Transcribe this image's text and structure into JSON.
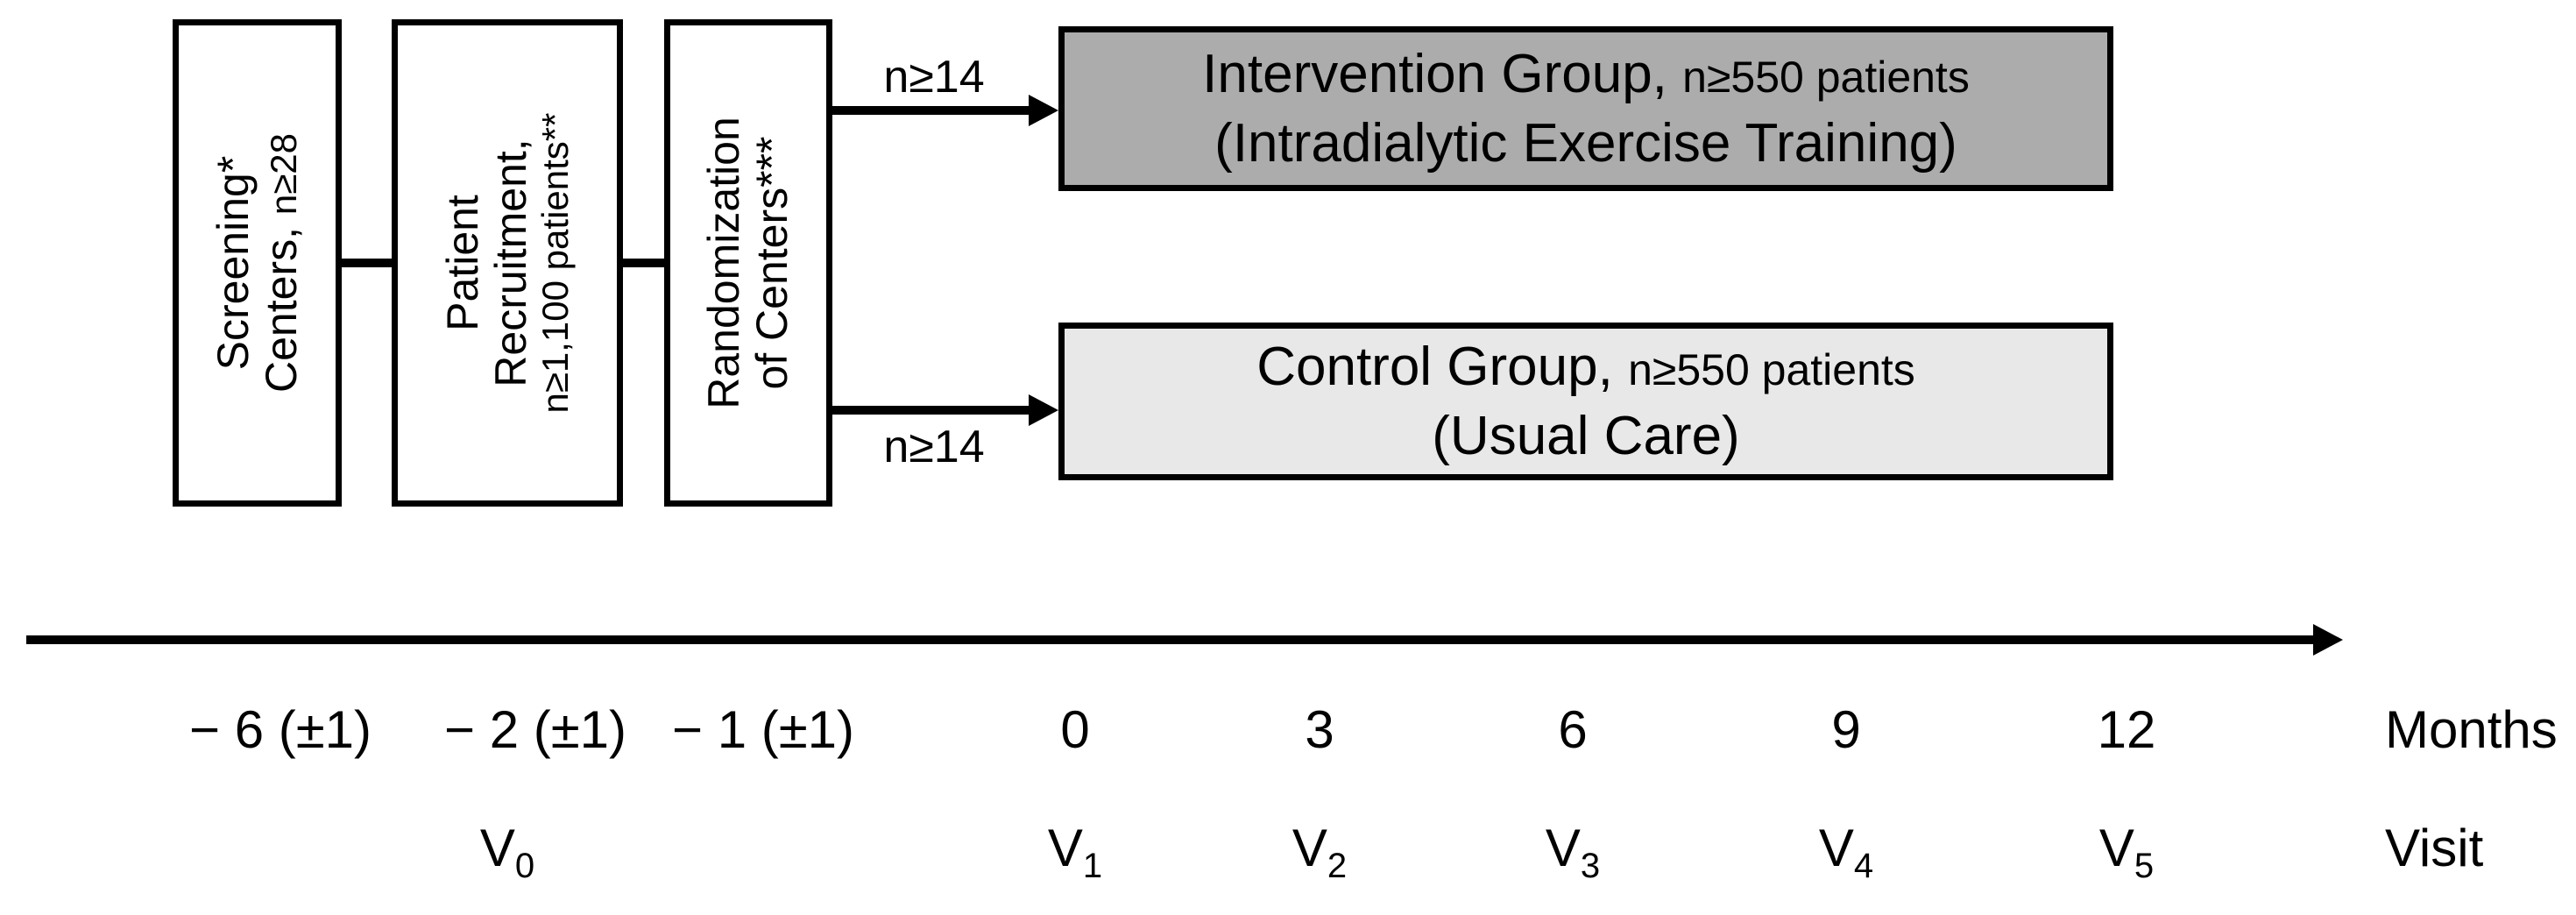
{
  "stages": [
    {
      "id": "screening",
      "line1": [
        {
          "t": "Screening*"
        }
      ],
      "line2": [
        {
          "t": "Centers, "
        },
        {
          "t": "n≥28"
        }
      ]
    },
    {
      "id": "recruitment",
      "line1": [
        {
          "t": "Patient"
        }
      ],
      "line2": [
        {
          "t": "Recruitment,"
        }
      ],
      "line3": [
        {
          "t": "n≥1,100 patients**"
        }
      ]
    },
    {
      "id": "randomization",
      "line1": [
        {
          "t": "Randomization"
        }
      ],
      "line2": [
        {
          "t": "of Centers***"
        }
      ]
    }
  ],
  "arms": [
    {
      "id": "intervention",
      "fill": "#acacac",
      "arrow_label": "n≥14",
      "title_main": "Intervention Group, ",
      "title_small": "n≥550 patients",
      "subtitle": "(Intradialytic Exercise Training)"
    },
    {
      "id": "control",
      "fill": "#e8e8e8",
      "arrow_label": "n≥14",
      "title_main": "Control Group, ",
      "title_small": "n≥550 patients",
      "subtitle": "(Usual Care)"
    }
  ],
  "timeline": {
    "months": [
      {
        "label": "− 6 (±1)"
      },
      {
        "label": "− 2 (±1)"
      },
      {
        "label": "− 1 (±1)"
      },
      {
        "label": "0"
      },
      {
        "label": "3"
      },
      {
        "label": "6"
      },
      {
        "label": "9"
      },
      {
        "label": "12"
      }
    ],
    "months_axis_label": "Months",
    "visits": [
      {
        "base": "V",
        "sub": "0"
      },
      {
        "base": "V",
        "sub": "1"
      },
      {
        "base": "V",
        "sub": "2"
      },
      {
        "base": "V",
        "sub": "3"
      },
      {
        "base": "V",
        "sub": "4"
      },
      {
        "base": "V",
        "sub": "5"
      }
    ],
    "visits_axis_label": "Visit"
  }
}
